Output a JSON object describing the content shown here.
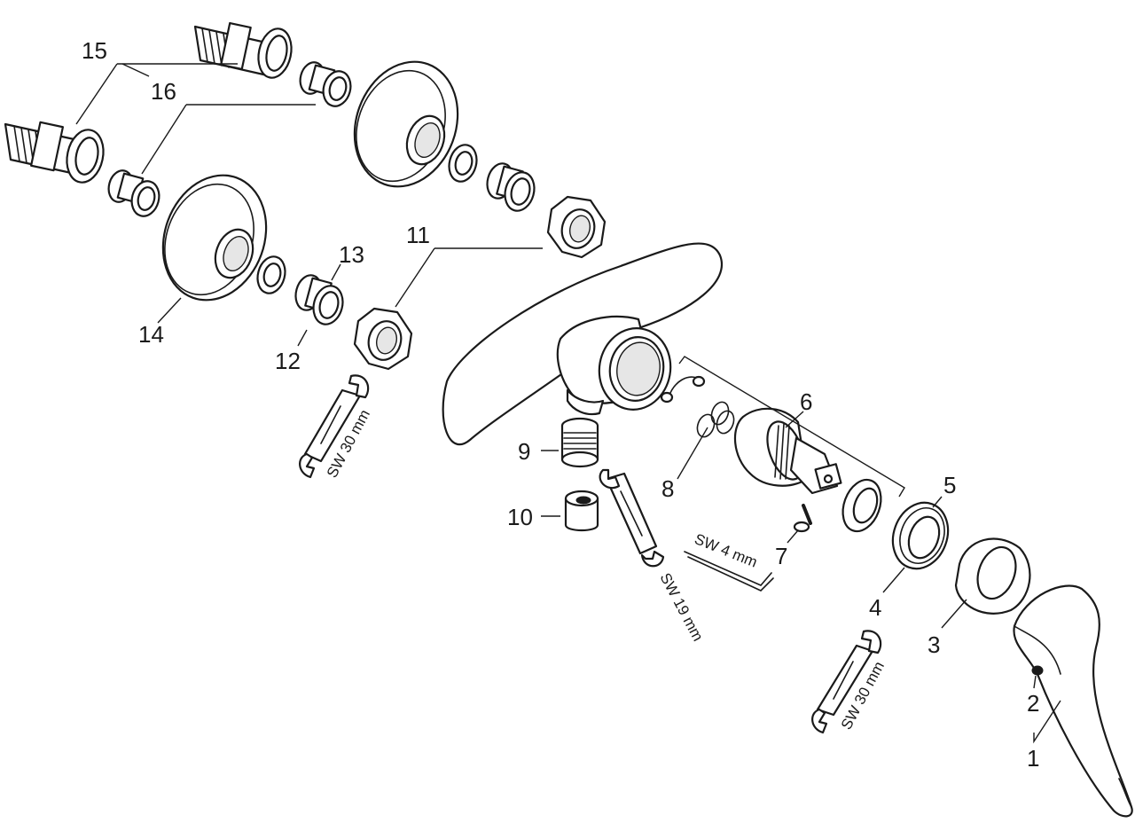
{
  "diagram": {
    "part_numbers": {
      "p1": "1",
      "p2": "2",
      "p3": "3",
      "p4": "4",
      "p5": "5",
      "p6": "6",
      "p7": "7",
      "p8": "8",
      "p9": "9",
      "p10": "10",
      "p11": "11",
      "p12": "12",
      "p13": "13",
      "p14": "14",
      "p15": "15",
      "p16": "16"
    },
    "tool_labels": {
      "wrench_upper_left": "SW 30 mm",
      "wrench_center": "SW 19 mm",
      "wrench_lower_right": "SW 30 mm",
      "hex_key": "SW 4 mm"
    },
    "line_color": "#1a1a1a",
    "background_color": "#ffffff"
  }
}
